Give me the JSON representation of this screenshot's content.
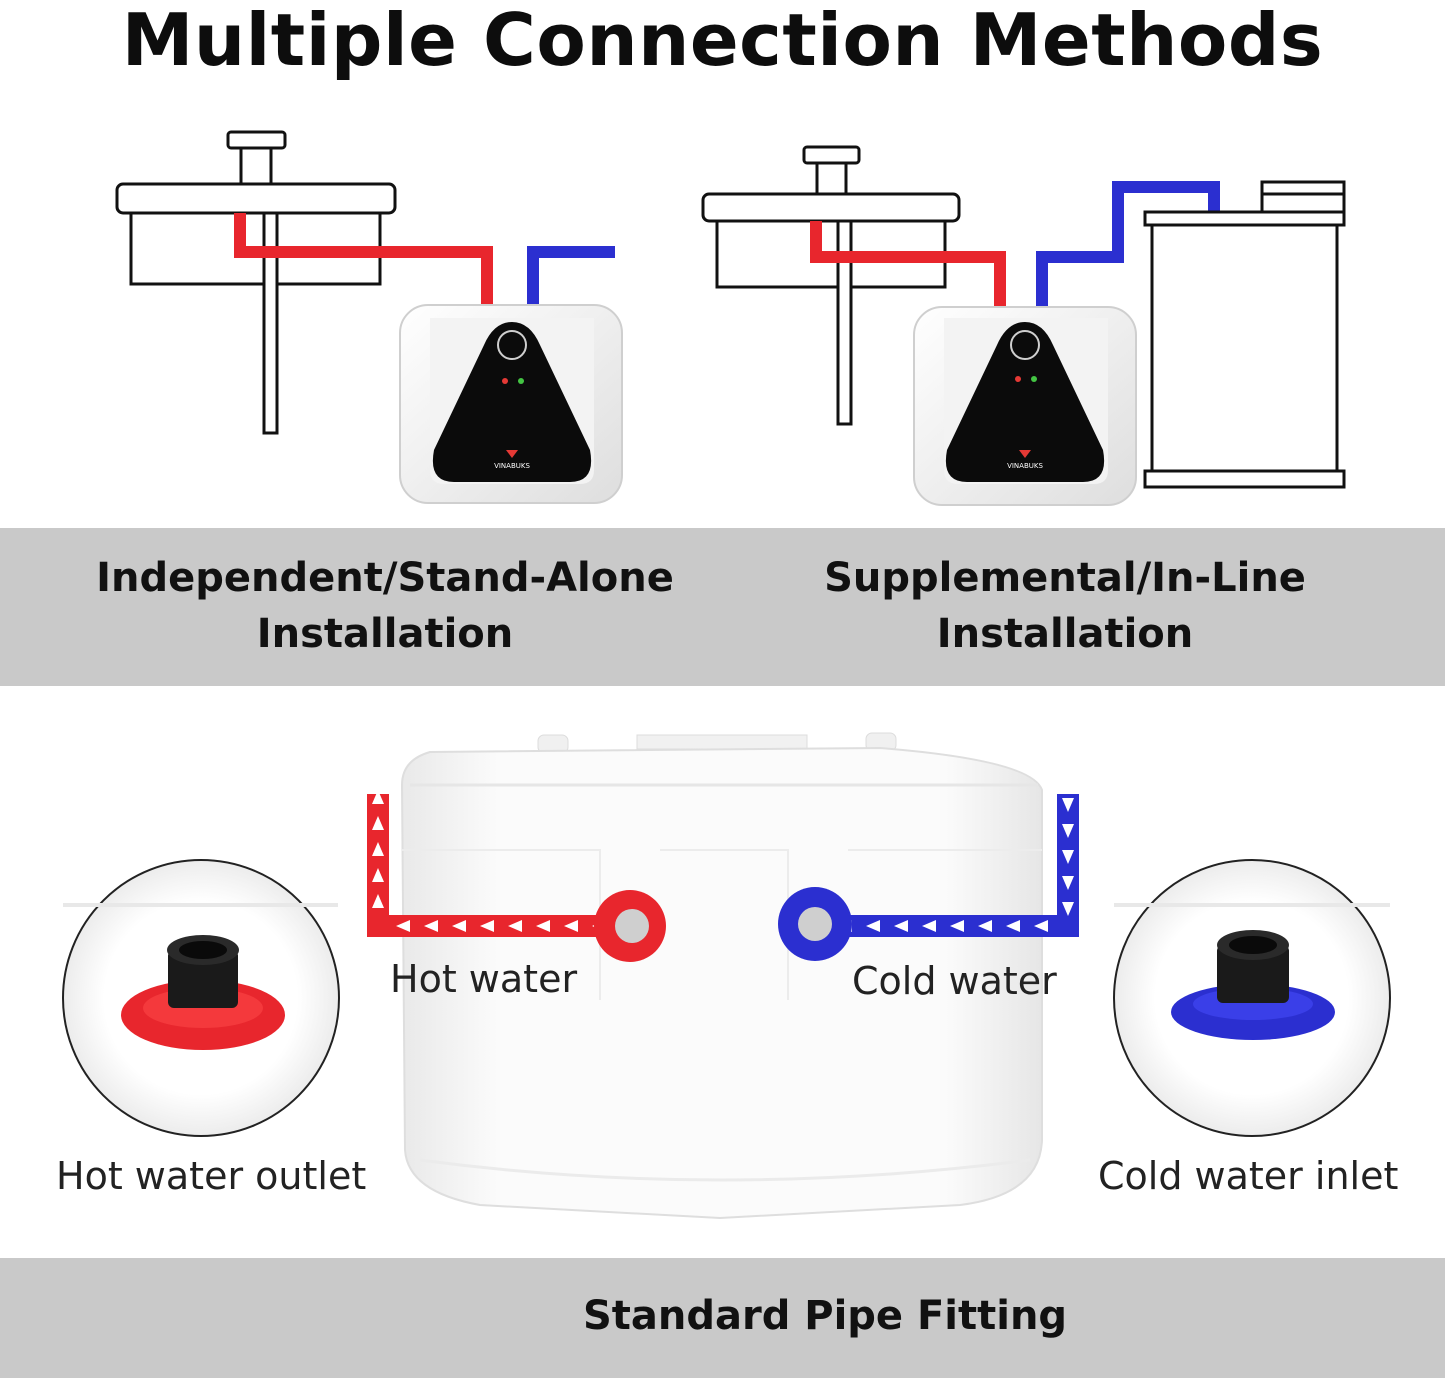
{
  "title": "Multiple Connection Methods",
  "installations": {
    "independent": {
      "line1": "Independent/Stand-Alone",
      "line2": "Installation"
    },
    "supplemental": {
      "line1": "Supplemental/In-Line",
      "line2": "Installation"
    }
  },
  "heater": {
    "brand": "VINABUKS"
  },
  "fittings": {
    "hot_label": "Hot water",
    "cold_label": "Cold water",
    "hot_outlet_label": "Hot water outlet",
    "cold_inlet_label": "Cold water inlet",
    "footer": "Standard Pipe Fitting"
  },
  "colors": {
    "hot": "#e8262d",
    "cold": "#2b2fd0",
    "band": "#c9c9c9",
    "heater_front": "#0b0b0b"
  }
}
